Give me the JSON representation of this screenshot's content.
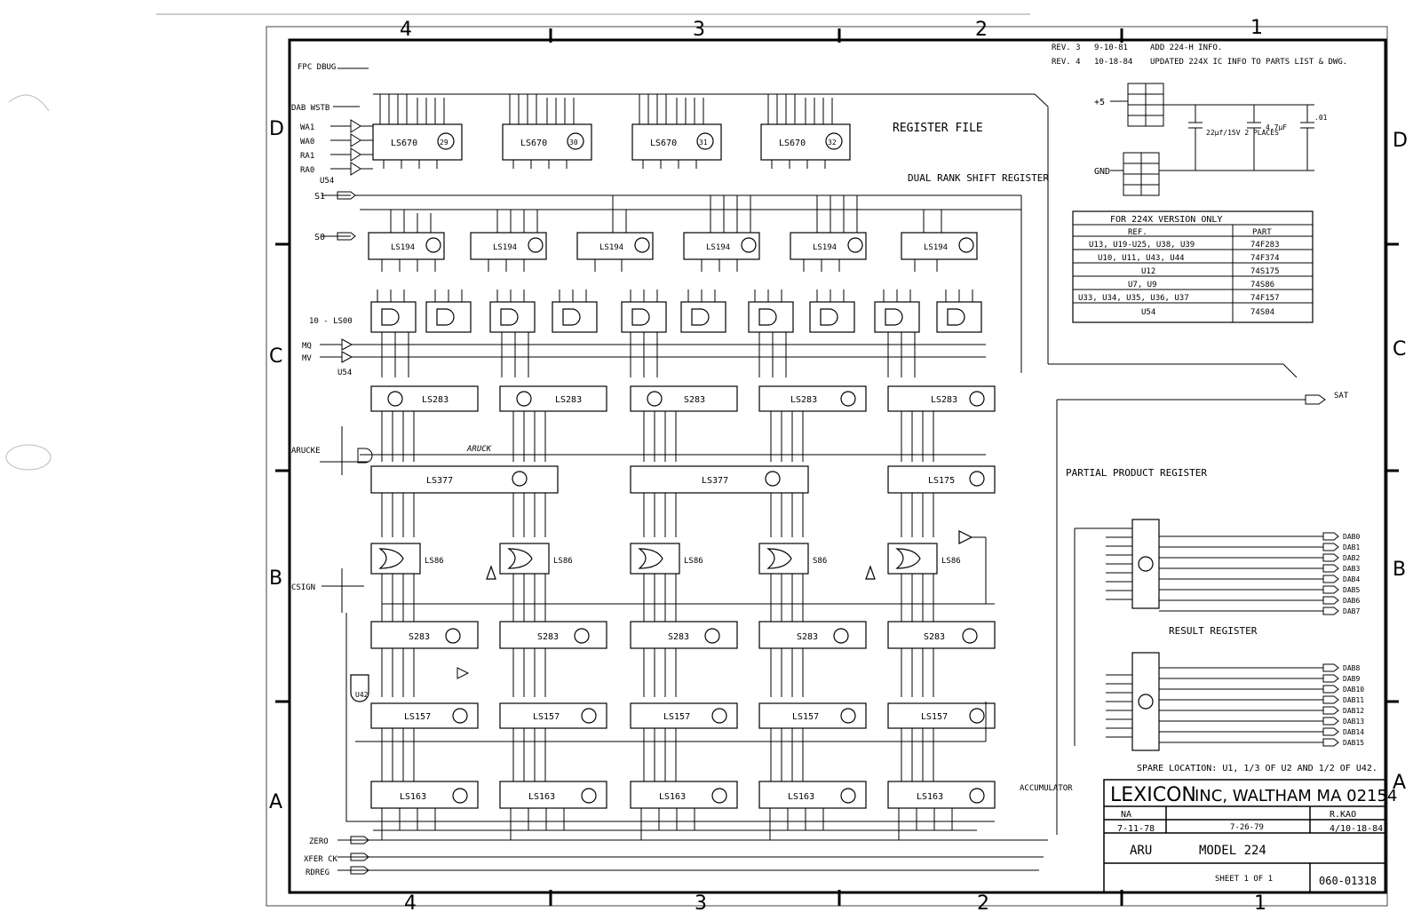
{
  "zone_columns": [
    "4",
    "3",
    "2",
    "1"
  ],
  "zone_rows": [
    "D",
    "C",
    "B",
    "A"
  ],
  "register_file": {
    "title": "REGISTER FILE",
    "chips": [
      {
        "part": "LS670",
        "ref": "29"
      },
      {
        "part": "LS670",
        "ref": "30"
      },
      {
        "part": "LS670",
        "ref": "31"
      },
      {
        "part": "LS670",
        "ref": "32"
      }
    ],
    "inputs": [
      "FPC DBUG",
      "DAB WSTB",
      "WA1",
      "WA0",
      "RA1",
      "RA0"
    ],
    "buffer": "U54"
  },
  "shift_register": {
    "title": "DUAL RANK SHIFT REGISTER",
    "signals": [
      "S1",
      "S0"
    ],
    "chips": [
      "LS194",
      "LS194",
      "LS194",
      "LS194",
      "LS194",
      "LS194"
    ]
  },
  "muxes": {
    "label": "10 - LS00",
    "signals": [
      "MQ",
      "MV"
    ],
    "buffer": "U54"
  },
  "adders_row1": [
    "LS283",
    "LS283",
    "S283",
    "LS283",
    "LS283"
  ],
  "latch_row": {
    "signal": "ARUCKE",
    "chips": [
      "LS377",
      "LS377",
      "LS175"
    ],
    "bus_label": "ARUCK"
  },
  "xor_row": {
    "chips": [
      "LS86",
      "LS86",
      "LS86",
      "S86",
      "LS86"
    ],
    "signal": "CSIGN"
  },
  "adders_row2": [
    "S283",
    "S283",
    "S283",
    "S283",
    "S283"
  ],
  "mux_row": {
    "chips": [
      "LS157",
      "LS157",
      "LS157",
      "LS157",
      "LS157"
    ],
    "gate": "U42"
  },
  "accumulator": {
    "title": "ACCUMULATOR",
    "chips": [
      "LS163",
      "LS163",
      "LS163",
      "LS163",
      "LS163"
    ],
    "signals": [
      "ZERO",
      "XFER CK",
      "RDREG"
    ]
  },
  "partial_product_register": {
    "title": "PARTIAL PRODUCT REGISTER",
    "outputs": [
      "DAB0",
      "DAB1",
      "DAB2",
      "DAB3",
      "DAB4",
      "DAB5",
      "DAB6",
      "DAB7"
    ]
  },
  "result_register": {
    "title": "RESULT REGISTER",
    "outputs": [
      "DAB8",
      "DAB9",
      "DAB10",
      "DAB11",
      "DAB12",
      "DAB13",
      "DAB14",
      "DAB15"
    ]
  },
  "sat_signal": "SAT",
  "revisions": [
    {
      "rev": "REV. 3",
      "date": "9-10-81",
      "text": "ADD 224-H INFO."
    },
    {
      "rev": "REV. 4",
      "date": "10-18-84",
      "text": "UPDATED 224X IC INFO TO PARTS LIST & DWG."
    }
  ],
  "power": {
    "plus5": "+5",
    "gnd": "GND",
    "cap_note": "22µf/15V 2 PLACES",
    "cap_note2": "4.7µF",
    "cap_note3": ".01"
  },
  "parts_table": {
    "title": "FOR 224X VERSION ONLY",
    "headers": [
      "REF.",
      "PART"
    ],
    "rows": [
      [
        "U13, U19-U25, U38, U39",
        "74F283"
      ],
      [
        "U10, U11, U43, U44",
        "74F374"
      ],
      [
        "U12",
        "74S175"
      ],
      [
        "U7, U9",
        "74S86"
      ],
      [
        "U33, U34, U35, U36, U37",
        "74F157"
      ],
      [
        "U54",
        "74S04"
      ]
    ]
  },
  "spare_note": "SPARE LOCATION: U1, 1/3 OF U2 AND 1/2 OF U42.",
  "title_block": {
    "company": "LEXICON",
    "company_rest": "INC, WALTHAM MA 02154",
    "scale": "NA",
    "date": "7-11-78",
    "approved": "7-26-79",
    "drawn_by": "R.KAO",
    "revised": "4/10-18-84",
    "title_left": "ARU",
    "title_right": "MODEL 224",
    "sheet": "SHEET 1 OF 1",
    "drawing_number": "060-01318"
  }
}
